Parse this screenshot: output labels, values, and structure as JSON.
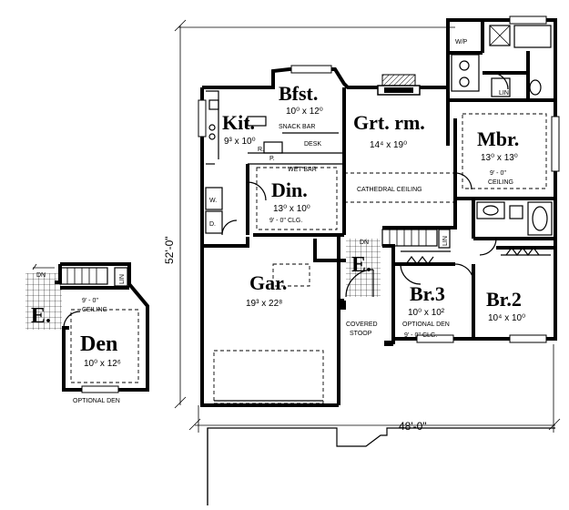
{
  "overall": {
    "width": "48'-0\"",
    "depth": "52'-0\""
  },
  "rooms": {
    "kit": {
      "name": "Kit.",
      "size": "9³ x 10⁰"
    },
    "bfst": {
      "name": "Bfst.",
      "size": "10⁰ x 12⁰"
    },
    "great": {
      "name": "Grt. rm.",
      "size": "14⁴ x 19⁰"
    },
    "mbr": {
      "name": "Mbr.",
      "size": "13⁰ x 13⁰",
      "ceiling1": "9' - 0''",
      "ceiling2": "CEILING"
    },
    "din": {
      "name": "Din.",
      "size": "13⁰ x 10⁰",
      "ceiling": "9' - 0'' CLG."
    },
    "gar": {
      "name": "Gar.",
      "size": "19³ x 22⁸"
    },
    "br3": {
      "name": "Br.3",
      "size": "10⁰ x 10²",
      "note1": "OPTIONAL DEN",
      "note2": "9' - 0'' CLG."
    },
    "br2": {
      "name": "Br.2",
      "size": "10⁴ x 10⁰"
    },
    "den": {
      "name": "Den",
      "size": "10⁰ x 12⁶",
      "ceiling1": "9' - 0''",
      "ceiling2": "CEILING"
    }
  },
  "labels": {
    "snack_bar": "SNACK BAR",
    "desk": "DESK",
    "wet_bar": "WET BAR",
    "cathedral": "CATHEDRAL CEILING",
    "covered1": "COVERED",
    "covered2": "STOOP",
    "optional_den": "OPTIONAL DEN",
    "wp": "W/P",
    "lin": "LIN",
    "dn": "DN",
    "entry": "E.",
    "pantry": "P.",
    "refrigerator": "R.",
    "washer": "W.",
    "dryer": "D."
  }
}
